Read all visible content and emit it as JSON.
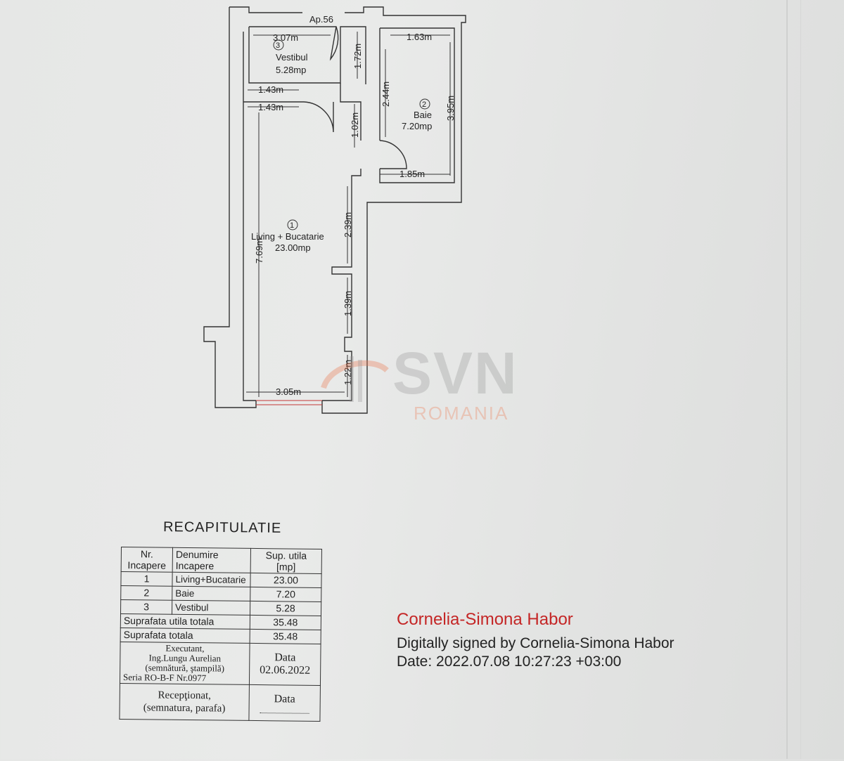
{
  "floor_plan": {
    "apartment": "Ap.56",
    "rooms": [
      {
        "nr": "1",
        "name": "Living + Bucatarie",
        "area": "23.00mp"
      },
      {
        "nr": "2",
        "name": "Baie",
        "area": "7.20mp"
      },
      {
        "nr": "3",
        "name": "Vestibul",
        "area": "5.28mp"
      }
    ],
    "dimensions": {
      "vestibul_width": "3.07m",
      "vestibul_height": "1.72m",
      "vestibul_left": "1.43m",
      "living_top_left": "1.43m",
      "living_passage": "1.02m",
      "baie_width": "1.63m",
      "baie_inner": "2.44m",
      "baie_height": "3.95m",
      "baie_bottom": "1.85m",
      "living_right_upper": "2.39m",
      "living_height": "7.69m",
      "living_right_mid": "1.39m",
      "living_right_lower": "1.22m",
      "living_width": "3.05m"
    }
  },
  "watermark": {
    "brand": "SVN",
    "country": "ROMANIA"
  },
  "recap": {
    "title": "RECAPITULATIE",
    "headers": {
      "nr_l1": "Nr.",
      "nr_l2": "Incapere",
      "name_l1": "Denumire",
      "name_l2": "Incapere",
      "area_l1": "Sup. utila",
      "area_l2": "[mp]"
    },
    "rows": [
      {
        "nr": "1",
        "name": "Living+Bucatarie",
        "area": "23.00"
      },
      {
        "nr": "2",
        "name": "Baie",
        "area": "7.20"
      },
      {
        "nr": "3",
        "name": "Vestibul",
        "area": "5.28"
      }
    ],
    "total_util_label": "Suprafata utila totala",
    "total_util": "35.48",
    "total_label": "Suprafata totala",
    "total": "35.48",
    "executant": {
      "l1": "Executant,",
      "l2": "Ing.Lungu Aurelian",
      "l3": "(semnătură, ştampilă)",
      "l4": "Seria RO-B-F Nr.0977"
    },
    "data_label": "Data",
    "data_value": "02.06.2022",
    "receptionat_l1": "Recepţionat,",
    "receptionat_l2": "(semnatura, parafa)",
    "data_label2": "Data"
  },
  "signature": {
    "name": "Cornelia-Simona Habor",
    "line": "Digitally signed by Cornelia-Simona Habor",
    "date": "Date: 2022.07.08 10:27:23 +03:00"
  }
}
